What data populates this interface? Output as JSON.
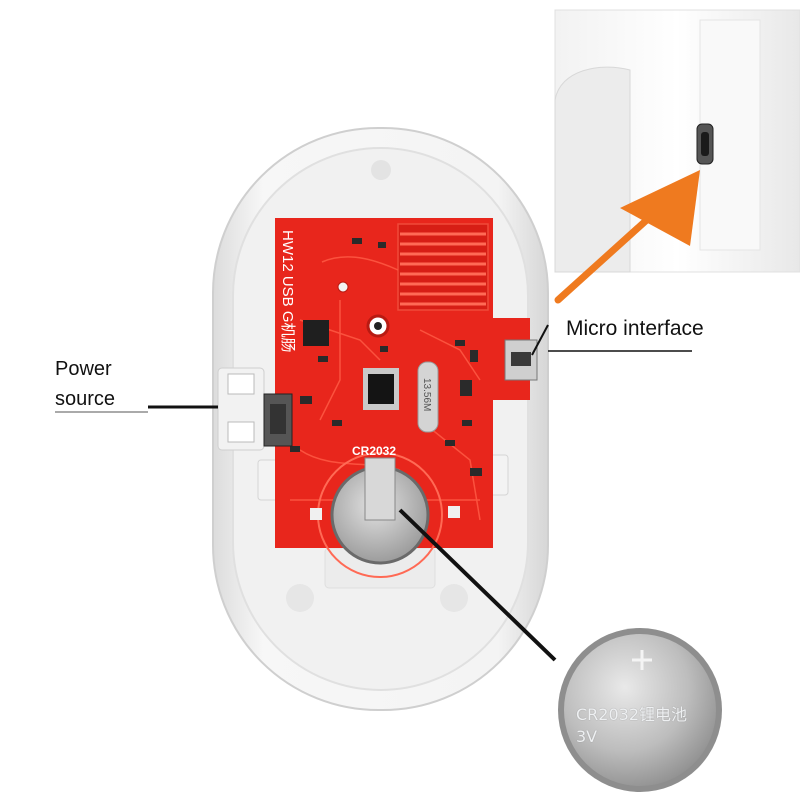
{
  "labels": {
    "power_line1": "Power",
    "power_line2": "source",
    "micro_interface": "Micro interface"
  },
  "pcb": {
    "board_text": "HW12 USB G机肠",
    "battery_holder_label": "CR2032",
    "crystal_label": "13.56M"
  },
  "coin_cell": {
    "line1": "CR2032锂电池",
    "line2": "3V"
  },
  "colors": {
    "pcb_red": "#e8261c",
    "arrow_orange": "#ef7a1f",
    "housing_white": "#f5f5f5"
  }
}
